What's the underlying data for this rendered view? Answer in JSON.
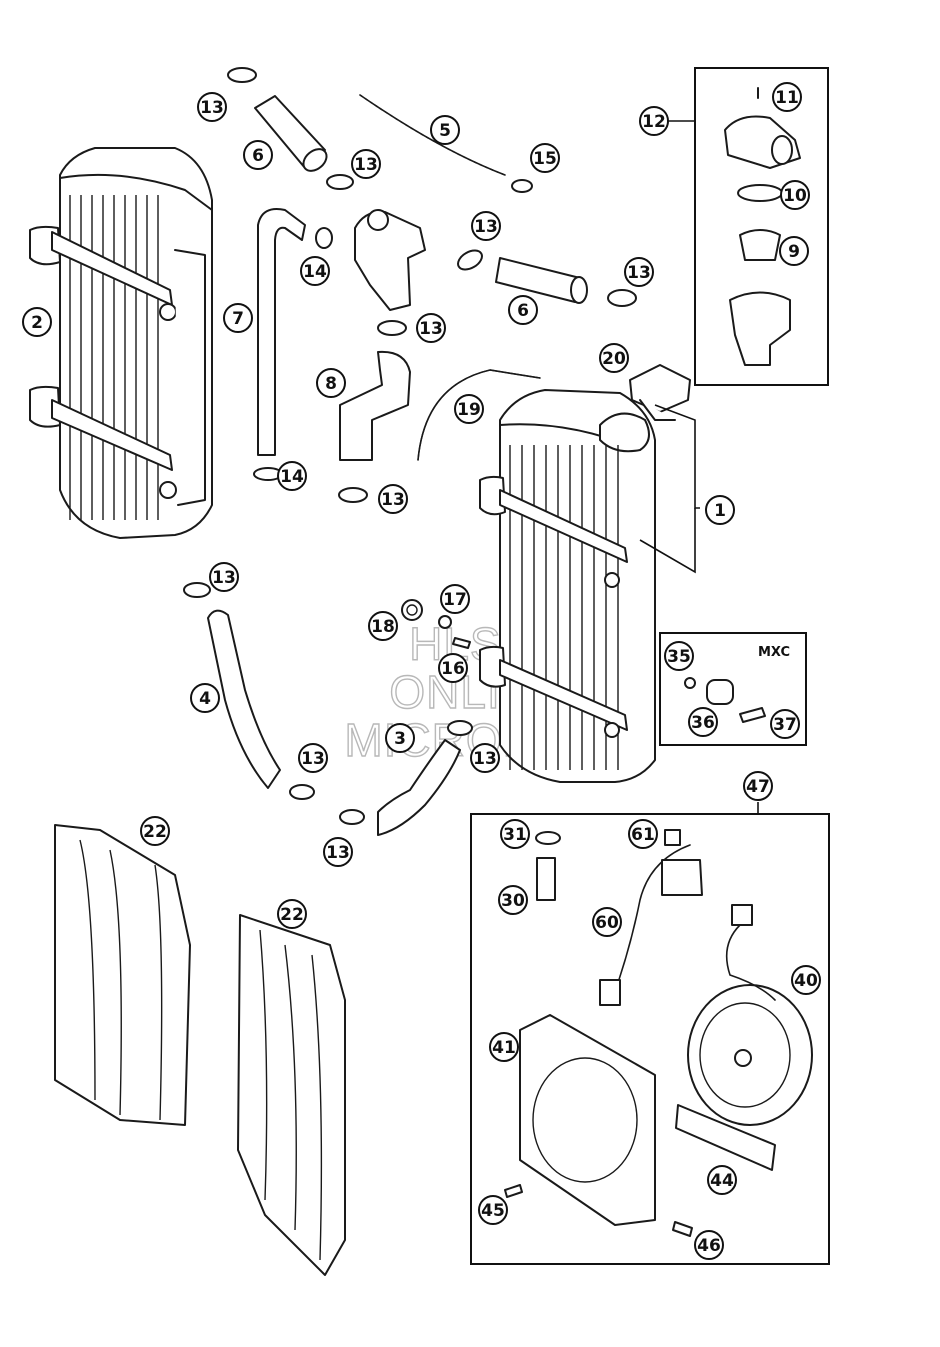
{
  "watermark": {
    "line1": "HLSM",
    "line2": "ONLINE",
    "line3": "MICROFICHE"
  },
  "variant_label": "MXC",
  "callouts": [
    {
      "id": "c13a",
      "num": "13"
    },
    {
      "id": "c6a",
      "num": "6"
    },
    {
      "id": "c5",
      "num": "5"
    },
    {
      "id": "c13b",
      "num": "13"
    },
    {
      "id": "c15",
      "num": "15"
    },
    {
      "id": "c12",
      "num": "12"
    },
    {
      "id": "c11",
      "num": "11"
    },
    {
      "id": "c10",
      "num": "10"
    },
    {
      "id": "c9",
      "num": "9"
    },
    {
      "id": "c2",
      "num": "2"
    },
    {
      "id": "c7",
      "num": "7"
    },
    {
      "id": "c14a",
      "num": "14"
    },
    {
      "id": "c13c",
      "num": "13"
    },
    {
      "id": "c6b",
      "num": "6"
    },
    {
      "id": "c13d",
      "num": "13"
    },
    {
      "id": "c13e",
      "num": "13"
    },
    {
      "id": "c8",
      "num": "8"
    },
    {
      "id": "c20",
      "num": "20"
    },
    {
      "id": "c19",
      "num": "19"
    },
    {
      "id": "c14b",
      "num": "14"
    },
    {
      "id": "c13f",
      "num": "13"
    },
    {
      "id": "c1",
      "num": "1"
    },
    {
      "id": "c13g",
      "num": "13"
    },
    {
      "id": "c17",
      "num": "17"
    },
    {
      "id": "c18",
      "num": "18"
    },
    {
      "id": "c16",
      "num": "16"
    },
    {
      "id": "c35",
      "num": "35"
    },
    {
      "id": "c36",
      "num": "36"
    },
    {
      "id": "c37",
      "num": "37"
    },
    {
      "id": "c4",
      "num": "4"
    },
    {
      "id": "c3",
      "num": "3"
    },
    {
      "id": "c13h",
      "num": "13"
    },
    {
      "id": "c13i",
      "num": "13"
    },
    {
      "id": "c13j",
      "num": "13"
    },
    {
      "id": "c47",
      "num": "47"
    },
    {
      "id": "c22a",
      "num": "22"
    },
    {
      "id": "c31",
      "num": "31"
    },
    {
      "id": "c61",
      "num": "61"
    },
    {
      "id": "c30",
      "num": "30"
    },
    {
      "id": "c60",
      "num": "60"
    },
    {
      "id": "c22b",
      "num": "22"
    },
    {
      "id": "c40",
      "num": "40"
    },
    {
      "id": "c41",
      "num": "41"
    },
    {
      "id": "c44",
      "num": "44"
    },
    {
      "id": "c45",
      "num": "45"
    },
    {
      "id": "c46",
      "num": "46"
    }
  ]
}
